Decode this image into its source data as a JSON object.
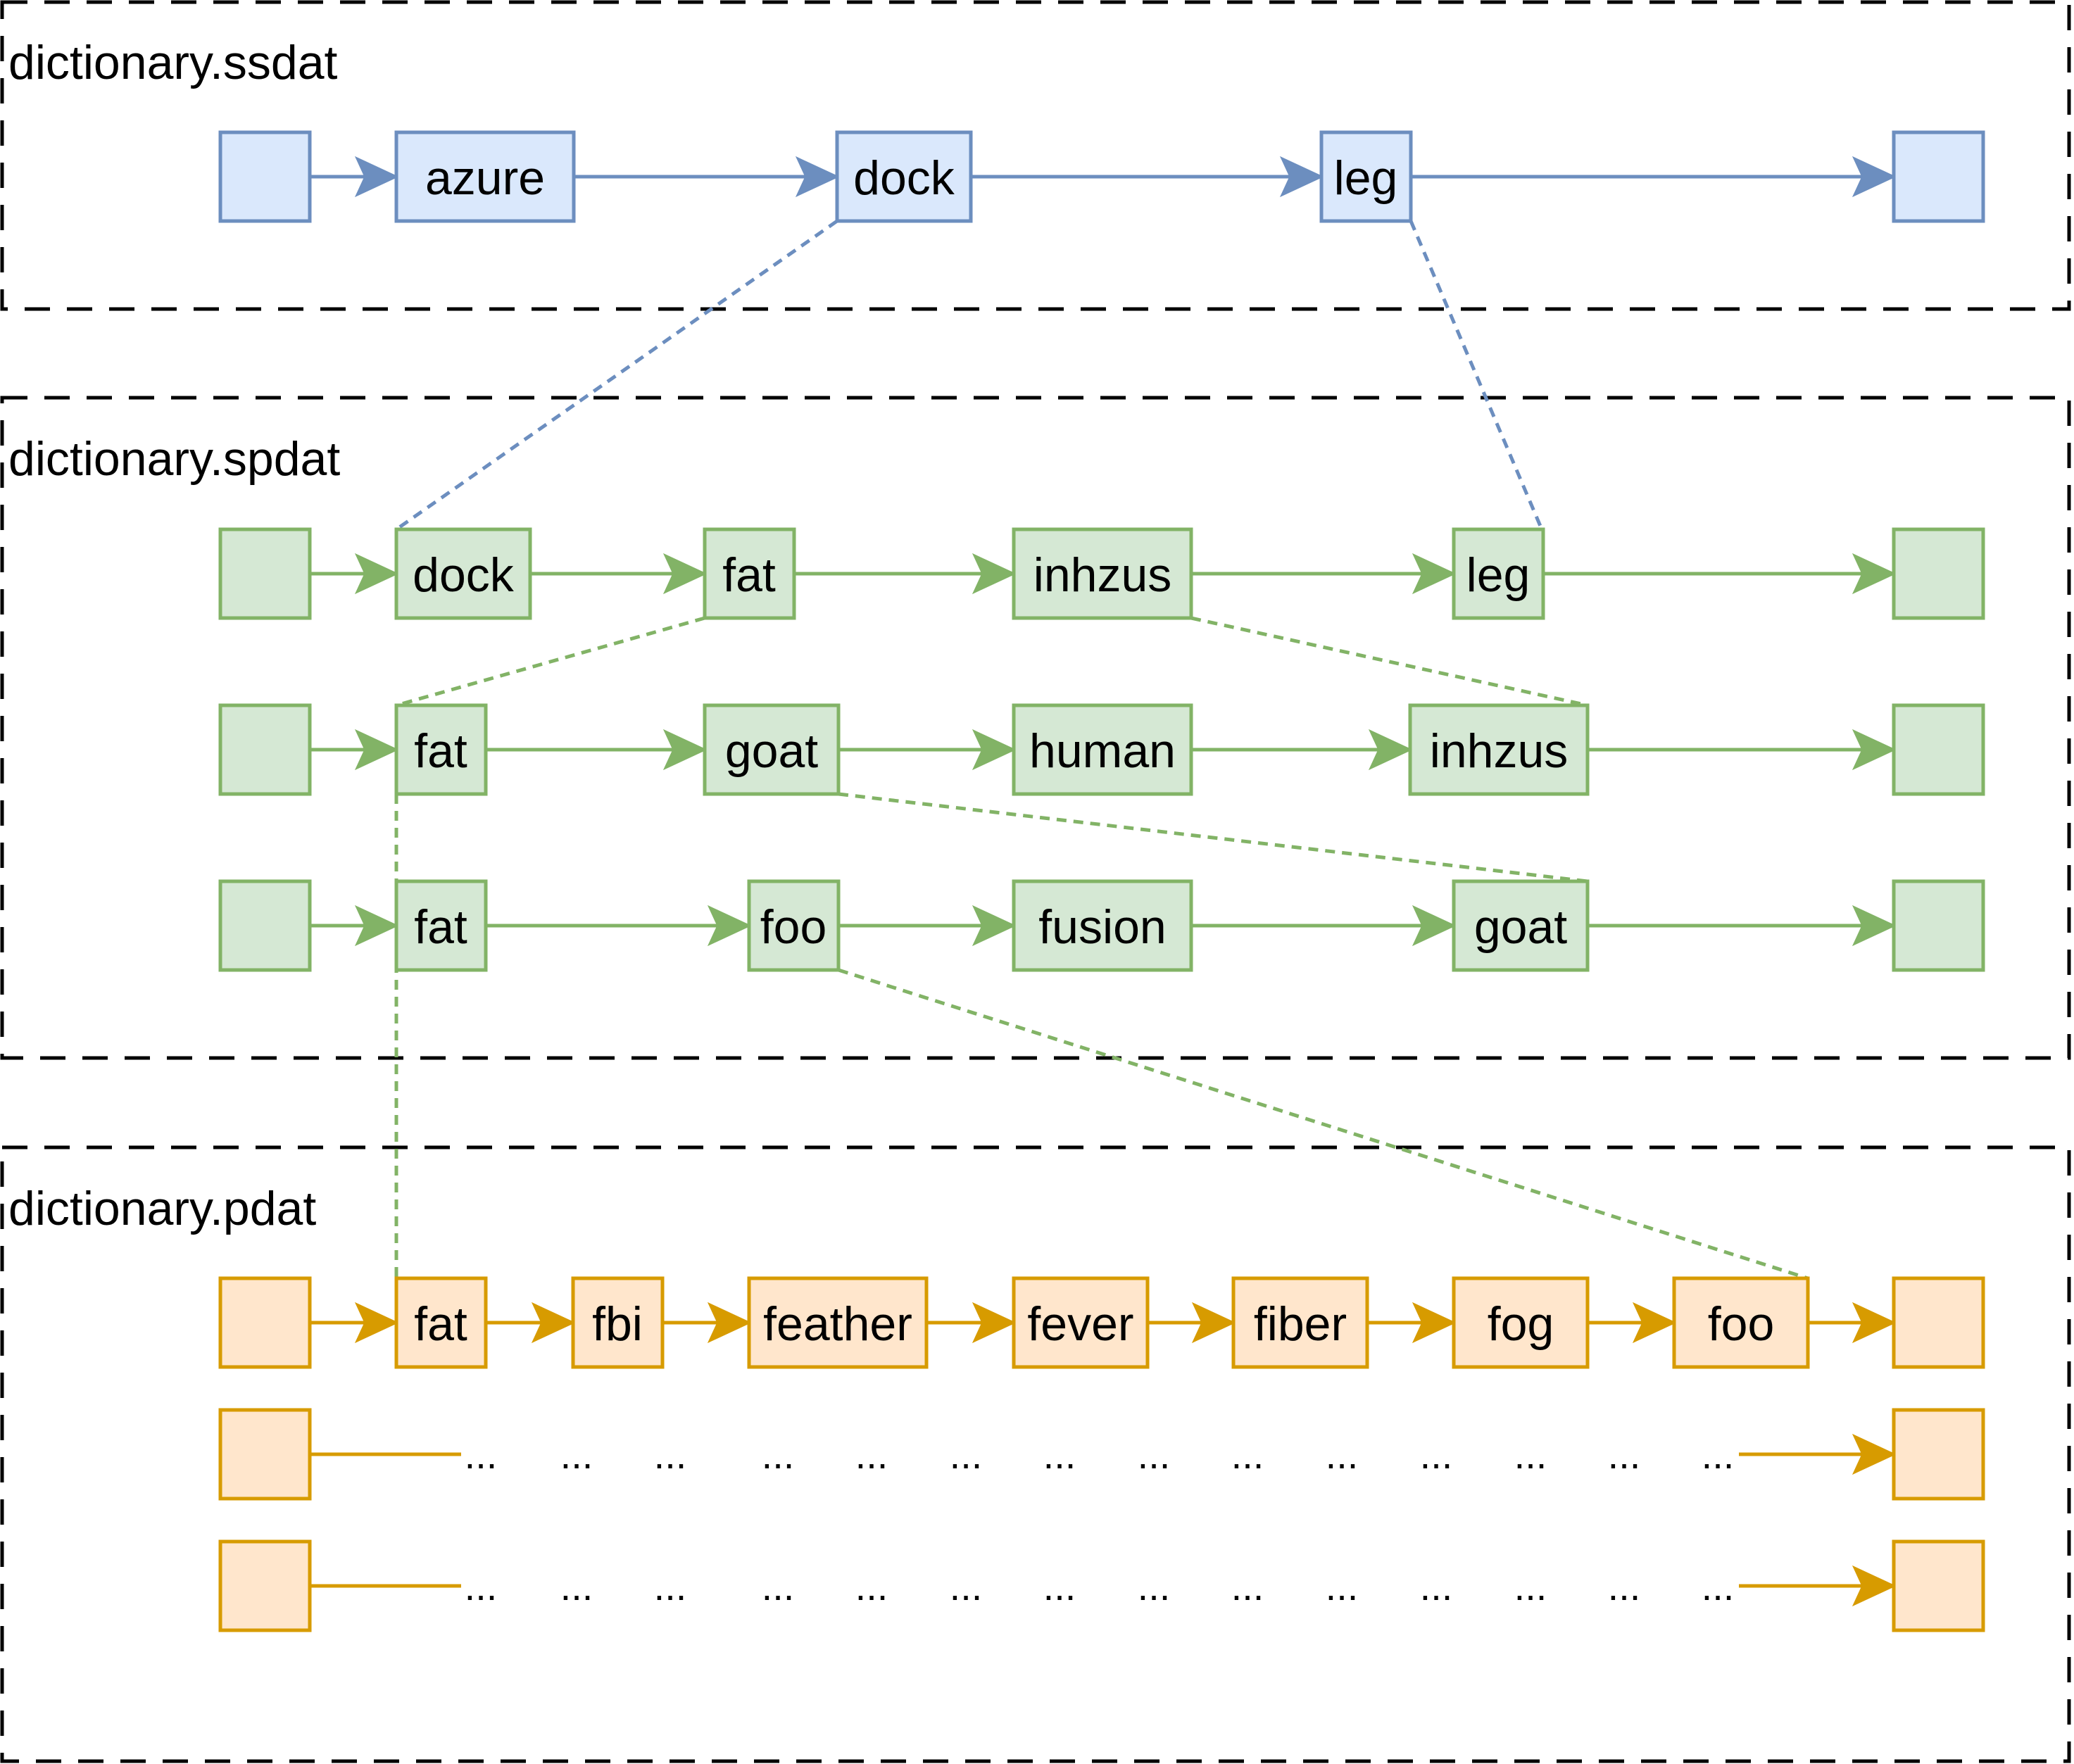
{
  "colors": {
    "blue_fill": "#dae8fc",
    "blue_stroke": "#6c8ebf",
    "green_fill": "#d5e8d4",
    "green_stroke": "#82b366",
    "orange_fill": "#ffe6cc",
    "orange_stroke": "#d79b00",
    "frame_stroke": "#000000"
  },
  "sections": {
    "ssdat": {
      "title": "dictionary.ssdat"
    },
    "spdat": {
      "title": "dictionary.spdat"
    },
    "pdat": {
      "title": "dictionary.pdat"
    }
  },
  "rows": [
    {
      "id": "ssdat-row",
      "section": "ssdat",
      "color": "blue",
      "nodes": [
        "",
        "azure",
        "dock",
        "leg",
        ""
      ]
    },
    {
      "id": "spdat-row-1",
      "section": "spdat",
      "color": "green",
      "nodes": [
        "",
        "dock",
        "fat",
        "inhzus",
        "leg",
        ""
      ]
    },
    {
      "id": "spdat-row-2",
      "section": "spdat",
      "color": "green",
      "nodes": [
        "",
        "fat",
        "goat",
        "human",
        "inhzus",
        ""
      ]
    },
    {
      "id": "spdat-row-3",
      "section": "spdat",
      "color": "green",
      "nodes": [
        "",
        "fat",
        "foo",
        "fusion",
        "goat",
        ""
      ]
    },
    {
      "id": "pdat-row-1",
      "section": "pdat",
      "color": "orange",
      "nodes": [
        "",
        "fat",
        "fbi",
        "feather",
        "fever",
        "fiber",
        "fog",
        "foo",
        ""
      ]
    },
    {
      "id": "pdat-row-2",
      "section": "pdat",
      "color": "orange",
      "nodes": [
        "",
        ""
      ],
      "ellipsis": [
        "...",
        "...",
        "...",
        "...",
        "...",
        "...",
        "...",
        "...",
        "...",
        "...",
        "...",
        "...",
        "...",
        "..."
      ]
    },
    {
      "id": "pdat-row-3",
      "section": "pdat",
      "color": "orange",
      "nodes": [
        "",
        ""
      ],
      "ellipsis": [
        "...",
        "...",
        "...",
        "...",
        "...",
        "...",
        "...",
        "...",
        "...",
        "...",
        "...",
        "...",
        "...",
        "..."
      ]
    }
  ],
  "links": [
    {
      "from": "ssdat-row.dock",
      "to": "spdat-row-1.dock",
      "color": "blue"
    },
    {
      "from": "ssdat-row.leg",
      "to": "spdat-row-1.leg",
      "color": "blue"
    },
    {
      "from": "spdat-row-1.fat",
      "to": "spdat-row-2.fat",
      "color": "green"
    },
    {
      "from": "spdat-row-1.inhzus",
      "to": "spdat-row-2.inhzus",
      "color": "green"
    },
    {
      "from": "spdat-row-2.goat",
      "to": "spdat-row-3.goat",
      "color": "green"
    },
    {
      "from": "spdat-row-2.fat",
      "to": "pdat-row-1.fat",
      "color": "green"
    },
    {
      "from": "spdat-row-3.foo",
      "to": "pdat-row-1.foo",
      "color": "green"
    }
  ]
}
